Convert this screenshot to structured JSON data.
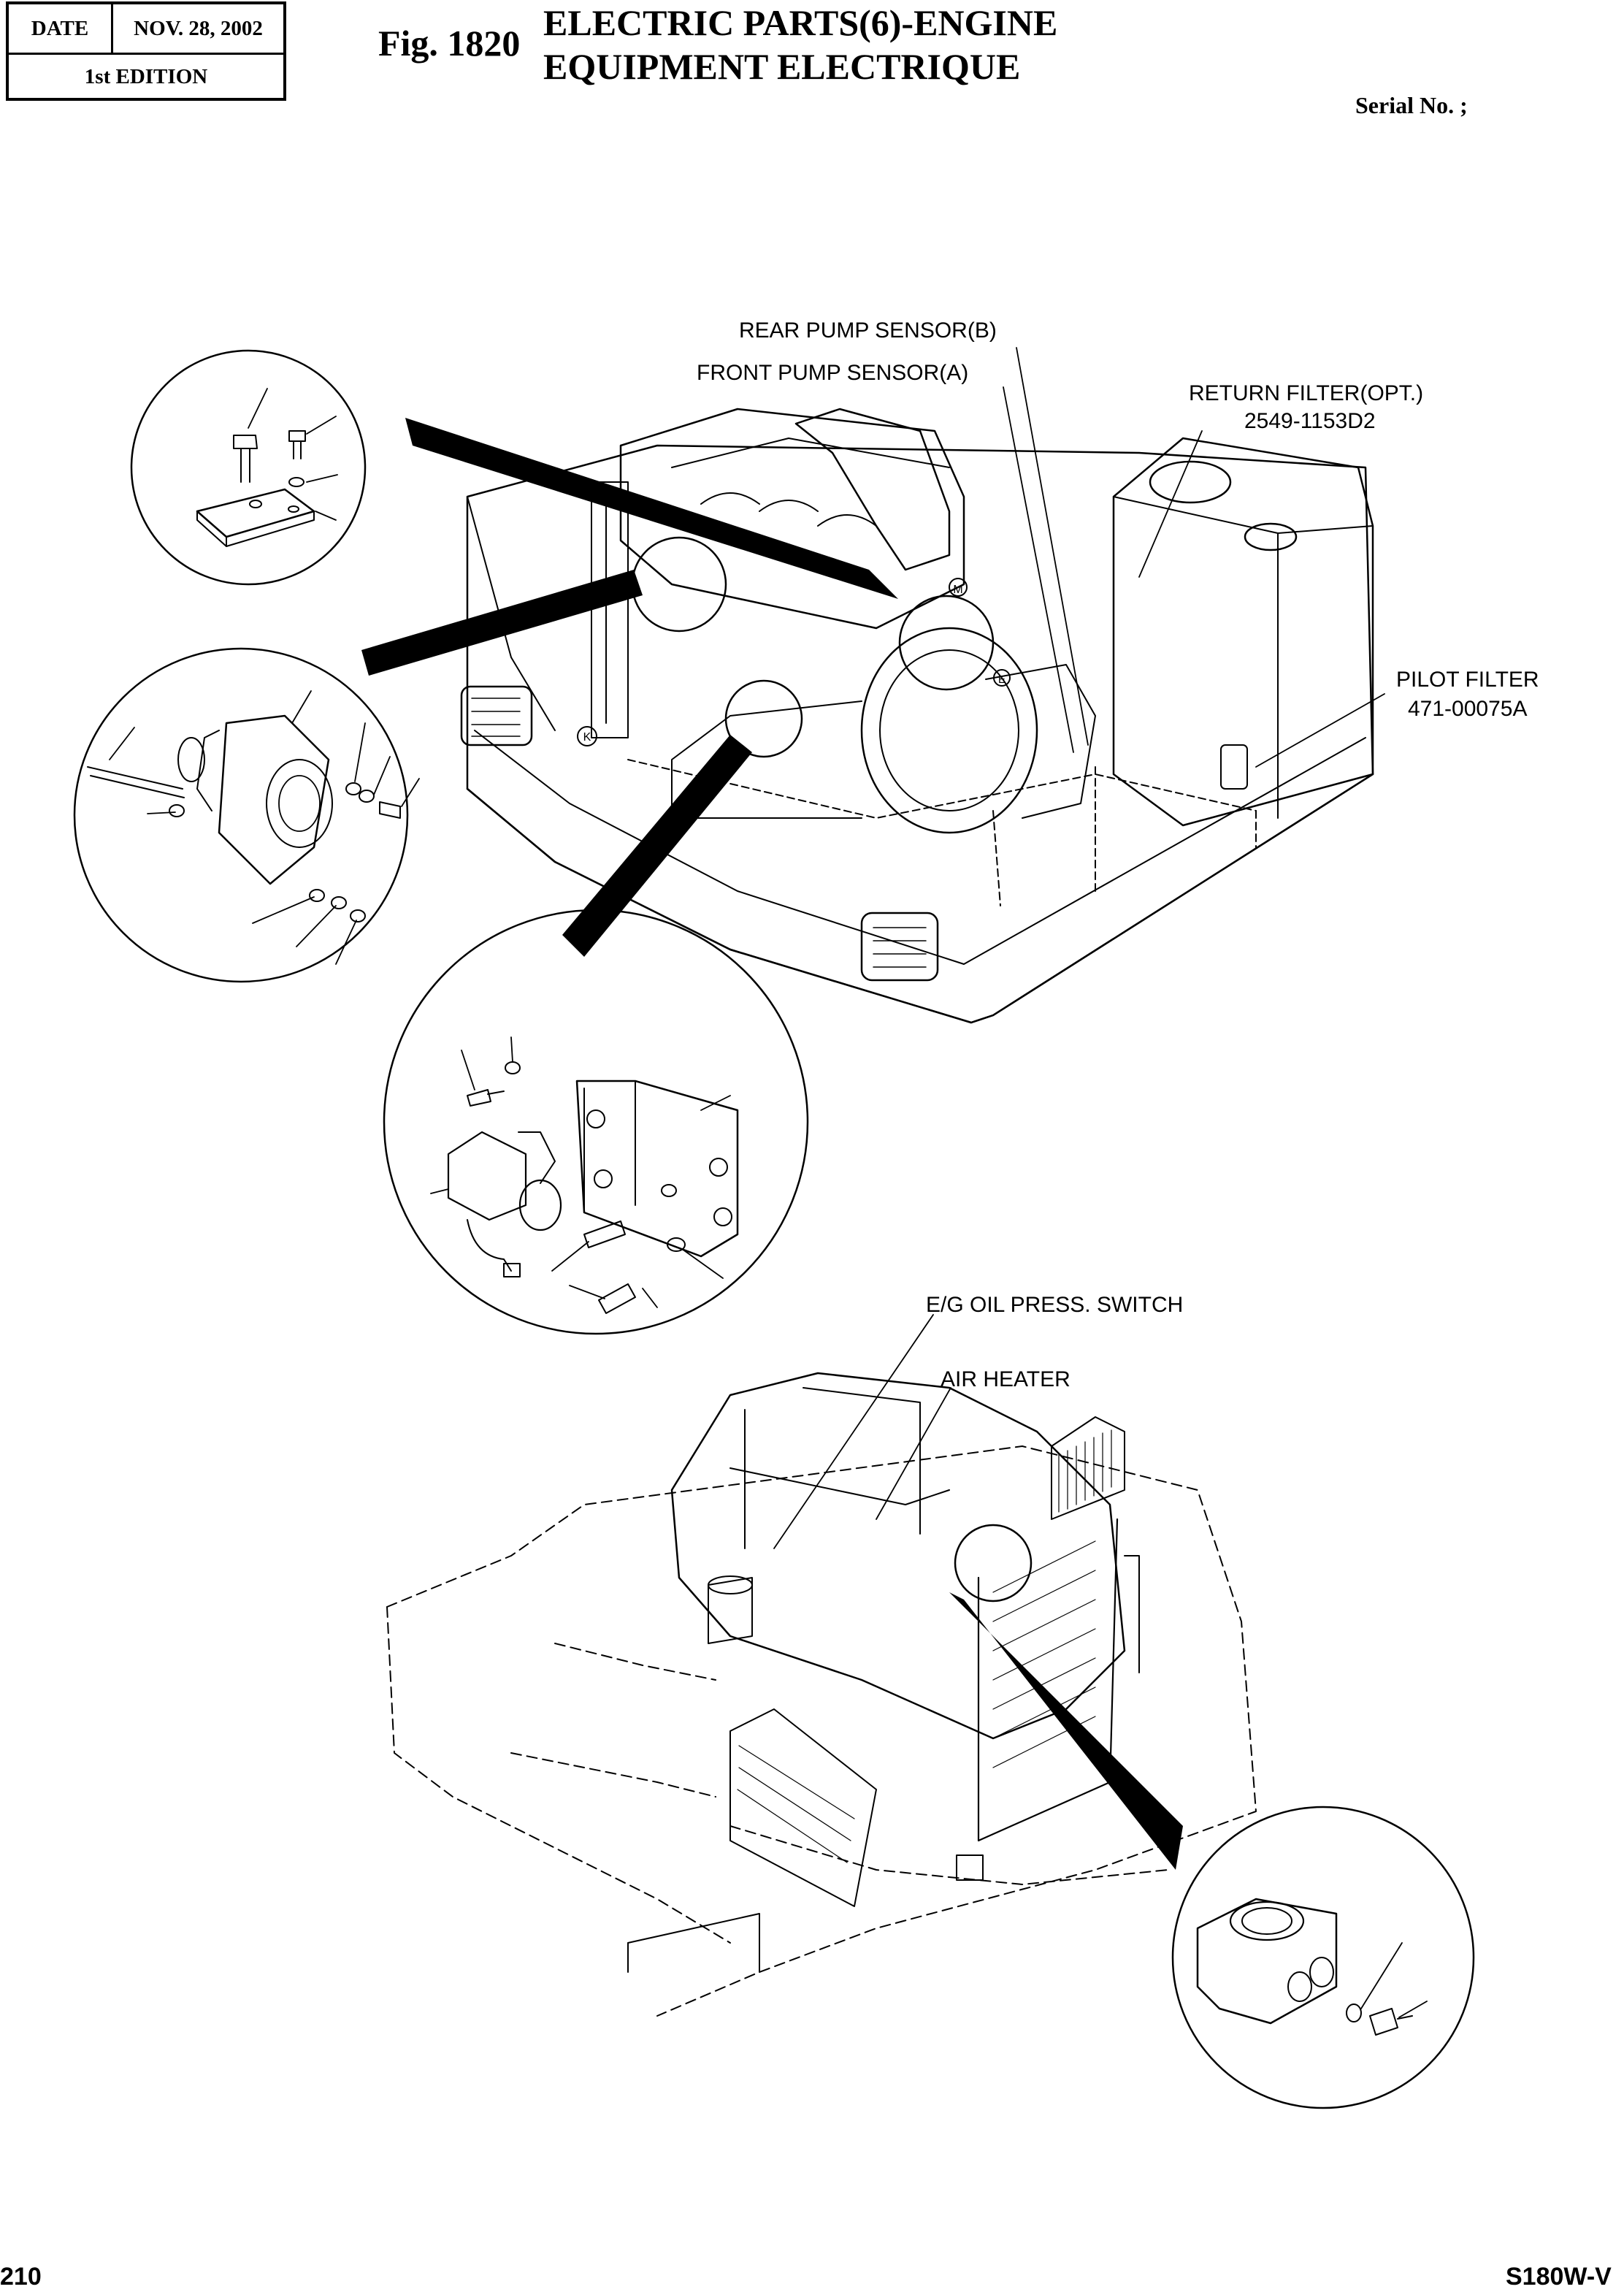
{
  "header": {
    "date_label": "DATE",
    "date_value": "NOV. 28, 2002",
    "edition": "1st EDITION",
    "fig_number": "Fig. 1820",
    "title_en": "ELECTRIC PARTS(6)-ENGINE",
    "title_fr": "EQUIPMENT ELECTRIQUE",
    "serial": "Serial No. ;"
  },
  "callouts": {
    "rear_pump_sensor": "REAR PUMP SENSOR(B)",
    "front_pump_sensor": "FRONT PUMP SENSOR(A)",
    "return_filter": "RETURN FILTER(OPT.)",
    "return_filter_pn": "2549-1153D2",
    "pilot_filter": "PILOT FILTER",
    "pilot_filter_pn": "471-00075A",
    "oil_press_switch": "E/G OIL PRESS. SWITCH",
    "air_heater": "AIR HEATER"
  },
  "markers": {
    "m": "M",
    "e": "E",
    "k": "K"
  },
  "footer": {
    "page": "210",
    "model": "S180W-V"
  }
}
